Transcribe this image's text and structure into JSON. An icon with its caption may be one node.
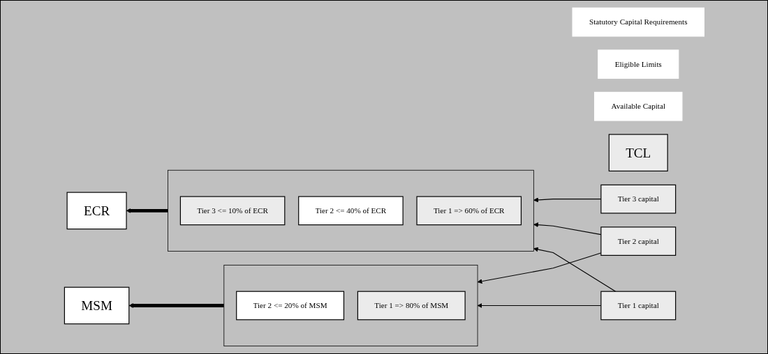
{
  "diagram": {
    "nodes": [
      {
        "text": [
          "Statutory Capital Requirements"
        ]
      },
      {
        "text": [
          "Eligible Limits"
        ]
      },
      {
        "text": [
          "Available Capital"
        ]
      },
      {
        "text": [
          "TCL"
        ]
      },
      {
        "text": [
          "ECR"
        ]
      },
      {
        "text": [
          "MSM"
        ]
      },
      {
        "text": [],
        "shape": "box"
      },
      {
        "text": [
          "Tier 3 <= 10% of ECR"
        ],
        "in": 6
      },
      {
        "text": [
          "Tier 2 <= 40% of ECR"
        ],
        "in": 6
      },
      {
        "text": [
          "Tier 1 => 60% of ECR"
        ],
        "in": 6
      },
      {
        "text": [],
        "shape": "box"
      },
      {
        "text": [
          "Tier 2 <= 20% of MSM"
        ],
        "in": 10
      },
      {
        "text": [
          "Tier 1 => 80% of MSM"
        ],
        "in": 10
      },
      {
        "text": [
          "Tier 3 capital"
        ]
      },
      {
        "text": [
          "Tier 2 capital"
        ]
      },
      {
        "text": [
          "Tier 1 capital"
        ]
      }
    ],
    "edges": [
      {
        "from": 6,
        "to": 4,
        "arrow": "to",
        "style": "thick"
      },
      {
        "from": 10,
        "to": 5,
        "arrow": "to",
        "style": "thick"
      },
      {
        "from": 13,
        "to": 6,
        "arrow": "to"
      },
      {
        "from": 14,
        "to": 6,
        "arrow": "to"
      },
      {
        "from": 15,
        "to": 6,
        "arrow": "to"
      },
      {
        "from": 14,
        "to": 10,
        "arrow": "to"
      },
      {
        "from": 15,
        "to": 10,
        "arrow": "to"
      }
    ]
  }
}
